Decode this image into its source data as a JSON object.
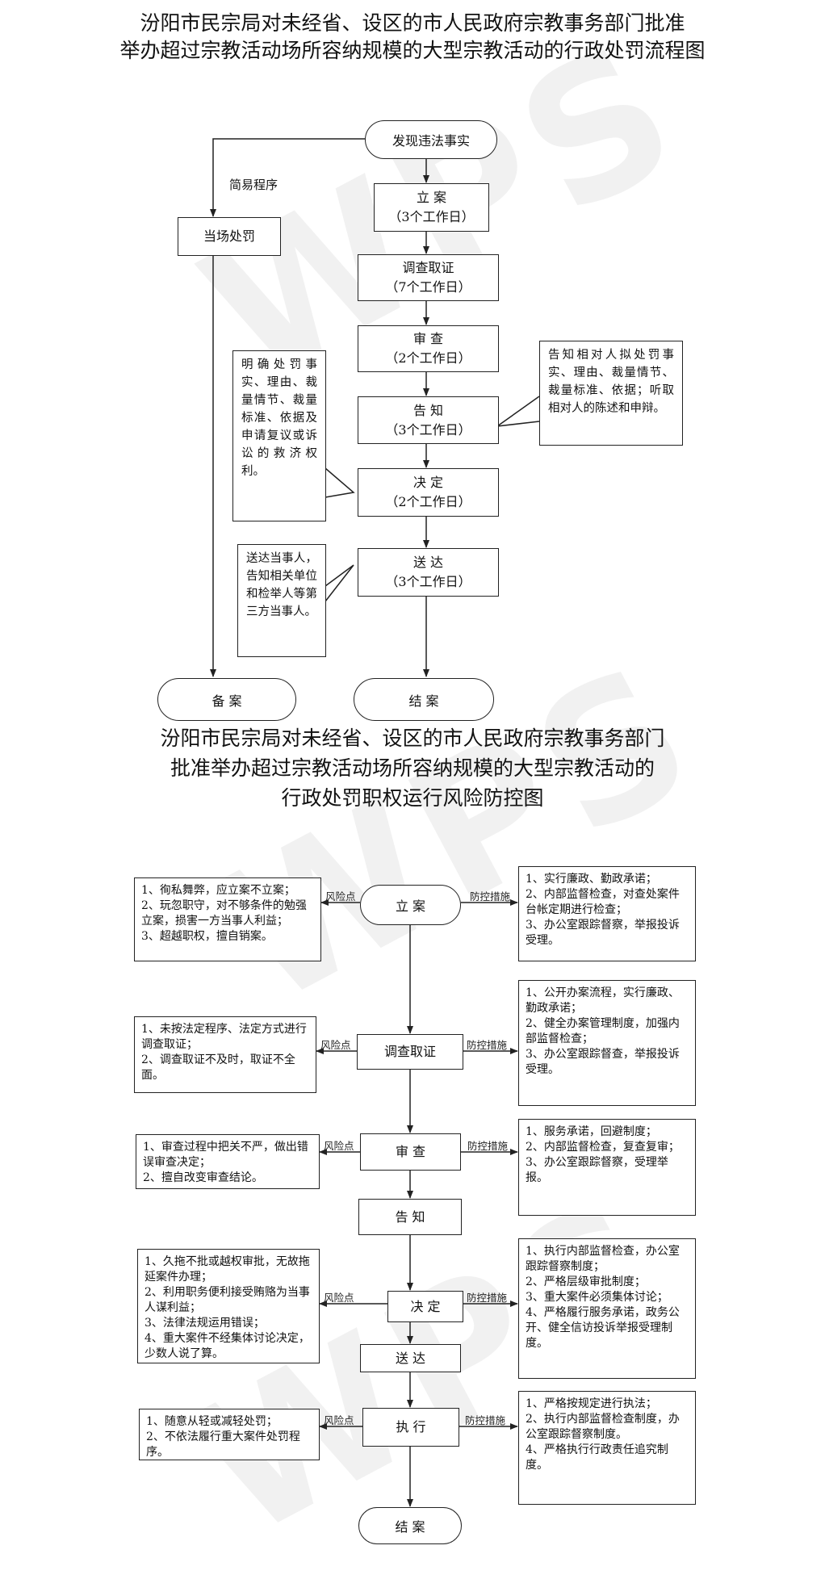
{
  "watermark": "WPS",
  "flow": {
    "title_line1": "汾阳市民宗局对未经省、设区的市人民政府宗教事务部门批准",
    "title_line2": "举办超过宗教活动场所容纳规模的大型宗教活动的行政处罚流程图",
    "start": "发现违法事实",
    "simple_label": "简易程序",
    "onsite": "当场处罚",
    "steps": [
      {
        "name": "立  案",
        "days": "（3个工作日）"
      },
      {
        "name": "调查取证",
        "days": "（7个工作日）"
      },
      {
        "name": "审  查",
        "days": "（2个工作日）"
      },
      {
        "name": "告  知",
        "days": "（3个工作日）"
      },
      {
        "name": "决  定",
        "days": "（2个工作日）"
      },
      {
        "name": "送  达",
        "days": "（3个工作日）"
      }
    ],
    "note_left": "明确处罚事实、理由、裁量情节、裁量标准、依据及申请复议或诉讼的救济权利。",
    "note_right": "告知相对人拟处罚事实、理由、裁量情节、裁量标准、依据；听取相对人的陈述和申辩。",
    "note_deliver": "送达当事人，告知相关单位和检举人等第三方当事人。",
    "end_left": "备  案",
    "end_right": "结  案"
  },
  "risk": {
    "title_line1": "汾阳市民宗局对未经省、设区的市人民政府宗教事务部门",
    "title_line2": "批准举办超过宗教活动场所容纳规模的大型宗教活动的",
    "title_line3": "行政处罚职权运行风险防控图",
    "risk_label": "风险点",
    "control_label": "防控措施",
    "nodes": [
      "立  案",
      "调查取证",
      "审  查",
      "告  知",
      "决  定",
      "送  达",
      "执  行",
      "结  案"
    ],
    "risks": [
      "1、徇私舞弊，应立案不立案；\n2、玩忽职守，对不够条件的勉强立案，损害一方当事人利益；\n3、超越职权，擅自销案。",
      "1、未按法定程序、法定方式进行调查取证；\n2、调查取证不及时，取证不全面。",
      "1、审查过程中把关不严，做出错误审查决定；\n2、擅自改变审查结论。",
      "1、久拖不批或越权审批，无故拖延案件办理；\n2、利用职务便利接受贿赂为当事人谋利益；\n3、法律法规运用错误；\n4、重大案件不经集体讨论决定，少数人说了算。",
      "1、随意从轻或减轻处罚；\n2、不依法履行重大案件处罚程序。"
    ],
    "controls": [
      "1、实行廉政、勤政承诺；\n2、内部监督检查，对查处案件台帐定期进行检查；\n3、办公室跟踪督察，举报投诉受理。",
      "1、公开办案流程，实行廉政、勤政承诺；\n2、健全办案管理制度，加强内部监督检查；\n3、办公室跟踪督查，举报投诉受理。",
      "1、服务承诺，回避制度；\n2、内部监督检查，复查复审；\n3、办公室跟踪督察，受理举报。",
      "1、执行内部监督检查，办公室跟踪督察制度；\n2、严格层级审批制度；\n3、重大案件必须集体讨论；\n4、严格履行服务承诺，政务公开、健全信访投诉举报受理制度。",
      "1、严格按规定进行执法；\n2、执行内部监督检查制度，办公室跟踪督察制度。\n4、严格执行行政责任追究制度。"
    ]
  }
}
